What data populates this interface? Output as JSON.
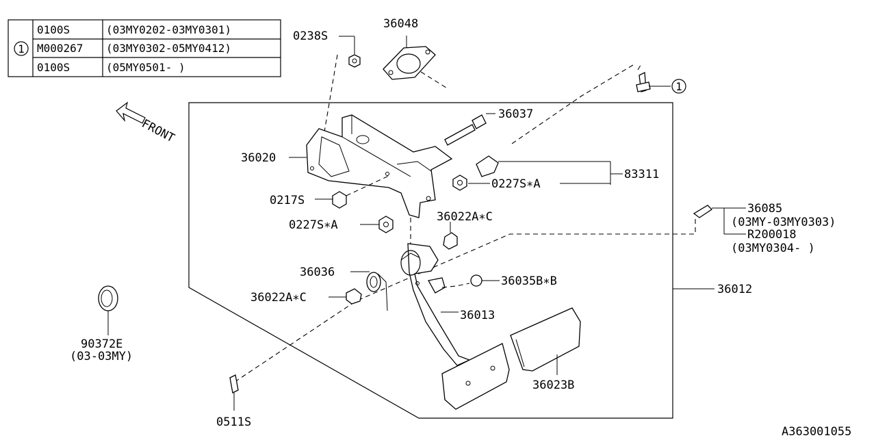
{
  "diagram_id": "A363001055",
  "legend": {
    "marker": "1",
    "rows": [
      {
        "part": "0100S",
        "range": "(03MY0202-03MY0301)"
      },
      {
        "part": "M000267",
        "range": "(03MY0302-05MY0412)"
      },
      {
        "part": "0100S",
        "range": "(05MY0501-          )"
      }
    ]
  },
  "front_label": "FRONT",
  "callouts": {
    "p0238s": "0238S",
    "p36048": "36048",
    "p36037": "36037",
    "p36020": "36020",
    "p83311": "83311",
    "p0227s_a_top": "0227S∗A",
    "p0217s": "0217S",
    "p0227s_a_mid": "0227S∗A",
    "p36022a_c_top": "36022A∗C",
    "p36085": "36085",
    "p36085_range": "(03MY-03MY0303)",
    "pr200018": "R200018",
    "pr200018_range": "(03MY0304-       )",
    "p36036": "36036",
    "p36035b_b": "36035B∗B",
    "p36022a_c_low": "36022A∗C",
    "p36012": "36012",
    "p36013": "36013",
    "p90372e": "90372E",
    "p90372e_range": "(03-03MY)",
    "p36023b": "36023B",
    "p0511s": "0511S",
    "ref_marker": "1"
  }
}
